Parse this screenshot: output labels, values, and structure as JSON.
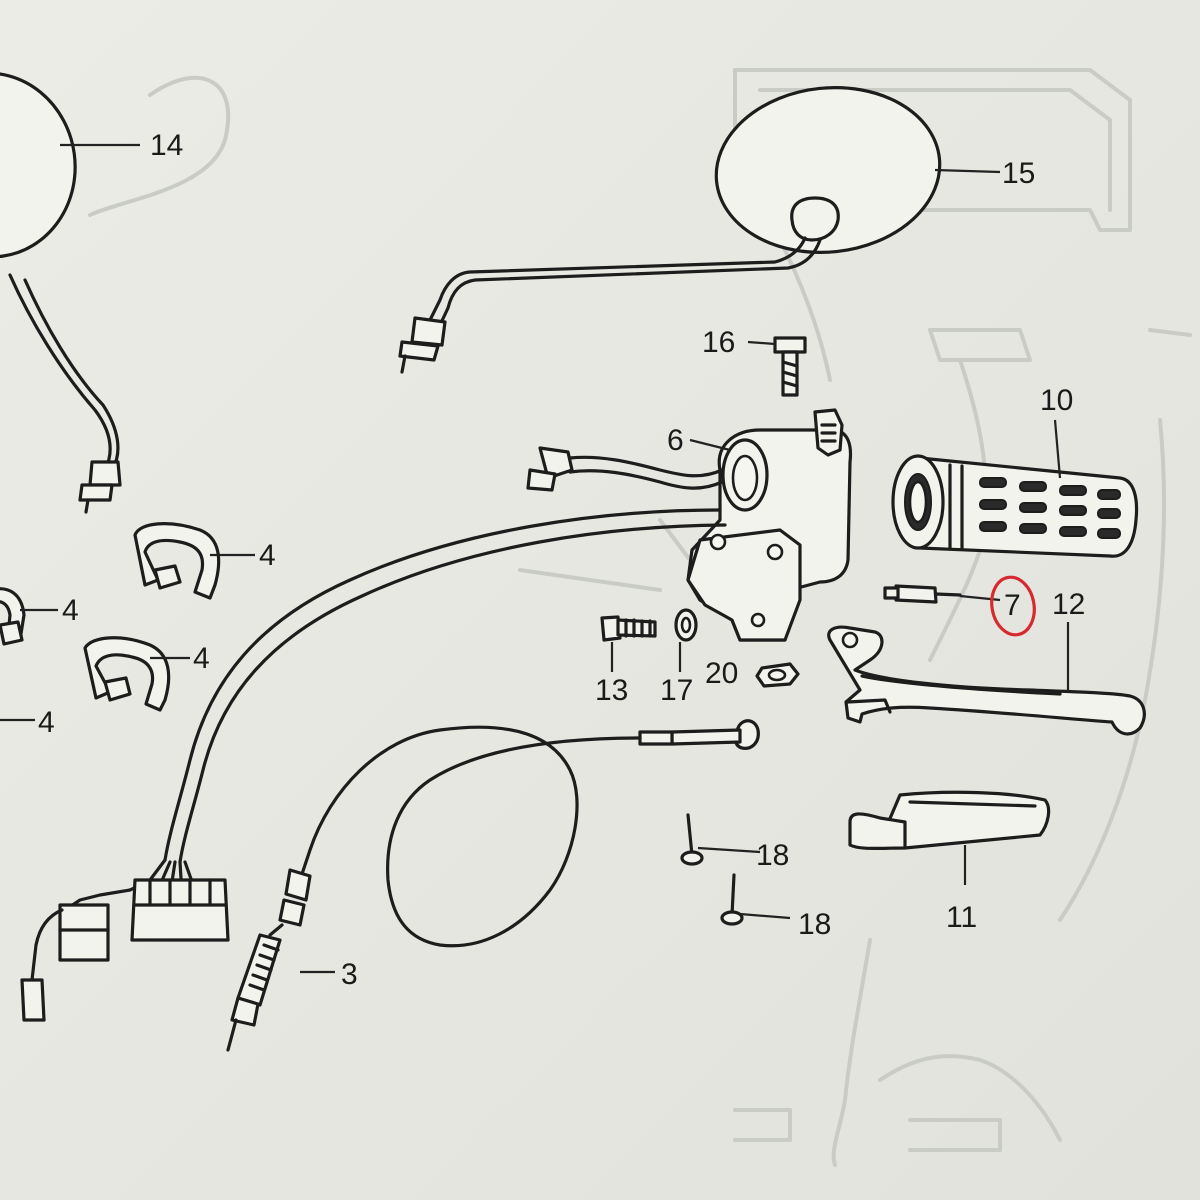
{
  "diagram": {
    "callouts": {
      "n14": "14",
      "n15": "15",
      "n16": "16",
      "n10": "10",
      "n6": "6",
      "n4a": "4",
      "n4b": "4",
      "n4c": "4",
      "n4d": "4",
      "n7": "7",
      "n12": "12",
      "n13": "13",
      "n17": "17",
      "n20": "20",
      "n18a": "18",
      "n18b": "18",
      "n11": "11",
      "n3": "3"
    },
    "highlighted_callout": "7",
    "colors": {
      "ink": "#1d1d1d",
      "paper": "#e9e9e4",
      "highlight_ring": "#d62a30",
      "bleed_through": "#c9cbc6"
    }
  }
}
